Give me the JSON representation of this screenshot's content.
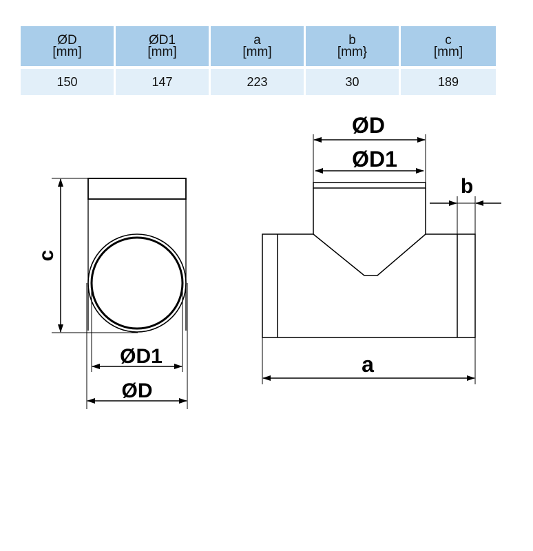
{
  "table": {
    "headers": [
      {
        "name": "ØD",
        "unit": "[mm]"
      },
      {
        "name": "ØD1",
        "unit": "[mm]"
      },
      {
        "name": "a",
        "unit": "[mm]"
      },
      {
        "name": "b",
        "unit": "[mm}"
      },
      {
        "name": "c",
        "unit": "[mm]"
      }
    ],
    "values": [
      "150",
      "147",
      "223",
      "30",
      "189"
    ]
  },
  "drawing": {
    "side_view": {
      "label_c": "c",
      "label_d1": "ØD1",
      "label_d": "ØD"
    },
    "front_view": {
      "label_d": "ØD",
      "label_d1": "ØD1",
      "label_b": "b",
      "label_a": "a"
    }
  }
}
